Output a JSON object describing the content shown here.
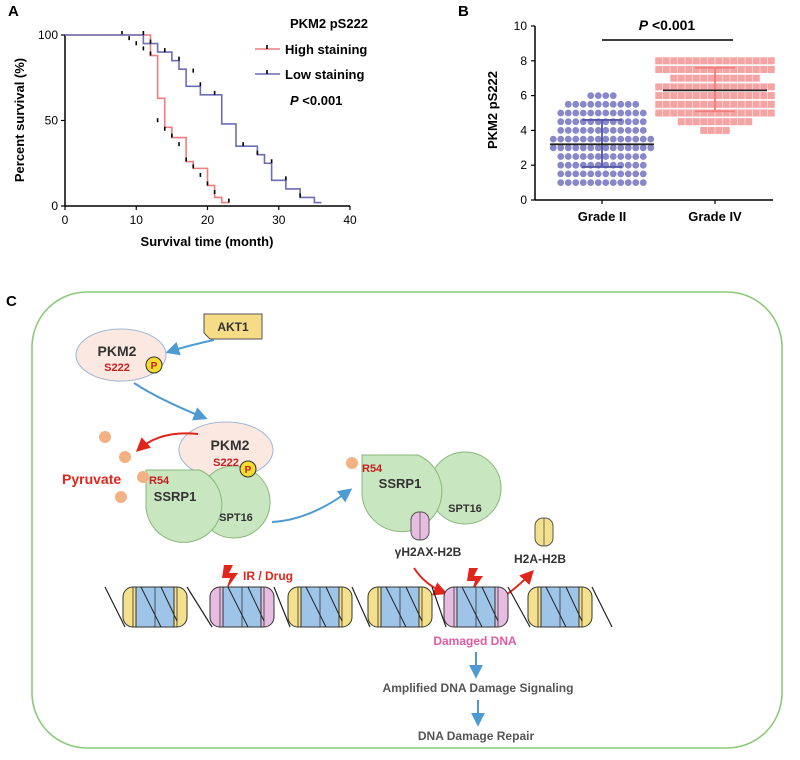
{
  "panels": {
    "a": "A",
    "b": "B",
    "c": "C"
  },
  "chart_data": [
    {
      "type": "line",
      "subtype": "kaplan-meier",
      "title": "PKM2 pS222",
      "xlabel": "Survival time (month)",
      "ylabel": "Percent survival (%)",
      "xlim": [
        0,
        40
      ],
      "ylim": [
        0,
        100
      ],
      "x_ticks": [
        "0",
        "10",
        "20",
        "30",
        "40"
      ],
      "y_ticks": [
        "0",
        "50",
        "100"
      ],
      "annotation_p": "P",
      "annotation_rest": " <0.001",
      "legend_position": "top-right",
      "series": [
        {
          "name": "High staining",
          "color": "#ee7d7d",
          "steps": [
            [
              0,
              100
            ],
            [
              12,
              100
            ],
            [
              12,
              88
            ],
            [
              13,
              88
            ],
            [
              13,
              63
            ],
            [
              14,
              63
            ],
            [
              14,
              46
            ],
            [
              15,
              46
            ],
            [
              15,
              40
            ],
            [
              17,
              40
            ],
            [
              17,
              26
            ],
            [
              18,
              26
            ],
            [
              18,
              22
            ],
            [
              20,
              22
            ],
            [
              20,
              12
            ],
            [
              21,
              12
            ],
            [
              21,
              5
            ],
            [
              22,
              5
            ],
            [
              22,
              2
            ],
            [
              23,
              2
            ]
          ],
          "censor_marks": [
            [
              8,
              100
            ],
            [
              9,
              97
            ],
            [
              10,
              94
            ],
            [
              11,
              91
            ],
            [
              12,
              88
            ],
            [
              13,
              49
            ],
            [
              14,
              44
            ],
            [
              15,
              40
            ],
            [
              16,
              35
            ],
            [
              17,
              26
            ],
            [
              18,
              22
            ],
            [
              19,
              17
            ],
            [
              20,
              12
            ],
            [
              21,
              7
            ],
            [
              23,
              2
            ]
          ]
        },
        {
          "name": "Low staining",
          "color": "#6d6db5",
          "steps": [
            [
              0,
              100
            ],
            [
              11,
              100
            ],
            [
              11,
              95
            ],
            [
              13,
              95
            ],
            [
              13,
              90
            ],
            [
              15,
              90
            ],
            [
              15,
              85
            ],
            [
              16,
              85
            ],
            [
              16,
              80
            ],
            [
              17,
              80
            ],
            [
              17,
              70
            ],
            [
              19,
              70
            ],
            [
              19,
              65
            ],
            [
              22,
              65
            ],
            [
              22,
              48
            ],
            [
              24,
              48
            ],
            [
              24,
              35
            ],
            [
              27,
              35
            ],
            [
              27,
              30
            ],
            [
              28,
              30
            ],
            [
              28,
              25
            ],
            [
              29,
              25
            ],
            [
              29,
              15
            ],
            [
              31,
              15
            ],
            [
              31,
              10
            ],
            [
              33,
              10
            ],
            [
              33,
              5
            ],
            [
              35,
              5
            ],
            [
              35,
              2
            ],
            [
              36,
              2
            ]
          ],
          "censor_marks": [
            [
              11,
              100
            ],
            [
              12,
              95
            ],
            [
              14,
              90
            ],
            [
              16,
              85
            ],
            [
              18,
              78
            ],
            [
              19,
              70
            ],
            [
              21,
              65
            ],
            [
              25,
              35
            ],
            [
              27,
              30
            ],
            [
              29,
              25
            ],
            [
              31,
              15
            ],
            [
              33,
              5
            ]
          ]
        }
      ]
    },
    {
      "type": "scatter",
      "subtype": "dot-plot",
      "ylabel": "PKM2 pS222",
      "categories": [
        "Grade II",
        "Grade IV"
      ],
      "ylim": [
        0,
        10
      ],
      "y_ticks": [
        "0",
        "2",
        "4",
        "6",
        "8",
        "10"
      ],
      "significance_p": "P",
      "significance_rest": " <0.001",
      "series": [
        {
          "name": "Grade II",
          "color": "#8787c9",
          "mean": 3.2,
          "sd_low": 1.9,
          "sd_high": 4.6,
          "rows": [
            [
              6,
              4
            ],
            [
              5.5,
              10
            ],
            [
              5,
              12
            ],
            [
              4.5,
              12
            ],
            [
              4,
              12
            ],
            [
              3.5,
              14
            ],
            [
              3,
              14
            ],
            [
              2.5,
              12
            ],
            [
              2,
              12
            ],
            [
              1.5,
              12
            ],
            [
              1,
              12
            ]
          ]
        },
        {
          "name": "Grade IV",
          "color": "#f5a3a3",
          "mean": 6.3,
          "sd_low": 5.1,
          "sd_high": 7.6,
          "rows": [
            [
              8,
              16
            ],
            [
              7.5,
              16
            ],
            [
              7,
              12
            ],
            [
              6.5,
              16
            ],
            [
              6,
              16
            ],
            [
              5.5,
              16
            ],
            [
              5,
              16
            ],
            [
              4.5,
              10
            ],
            [
              4,
              4
            ]
          ]
        }
      ]
    }
  ],
  "diagram": {
    "akt1": "AKT1",
    "pkm2": "PKM2",
    "s222": "S222",
    "p": "P",
    "pyruvate": "Pyruvate",
    "r54": "R54",
    "ssrp1": "SSRP1",
    "spt16": "SPT16",
    "ir_drug": "IR / Drug",
    "gh2ax_h2b": "γH2AX-H2B",
    "h2a_h2b": "H2A-H2B",
    "damaged_dna": "Damaged DNA",
    "amplified": "Amplified DNA Damage Signaling",
    "repair": "DNA Damage Repair",
    "colors": {
      "border": "#8cc97a",
      "arrow_blue": "#4e9bd3",
      "arrow_red": "#e0251b",
      "text_red": "#c81e1e",
      "text_pink": "#e05b9f",
      "histone_blue": "#9ec5e8",
      "histone_yellow": "#f5e08c",
      "histone_pink": "#e6bde0",
      "protein_green": "#c8e6c0",
      "pkm2_fill": "#fbe8e0",
      "akt_fill": "#f7dc87",
      "pyruvate_fill": "#f4b183"
    }
  }
}
